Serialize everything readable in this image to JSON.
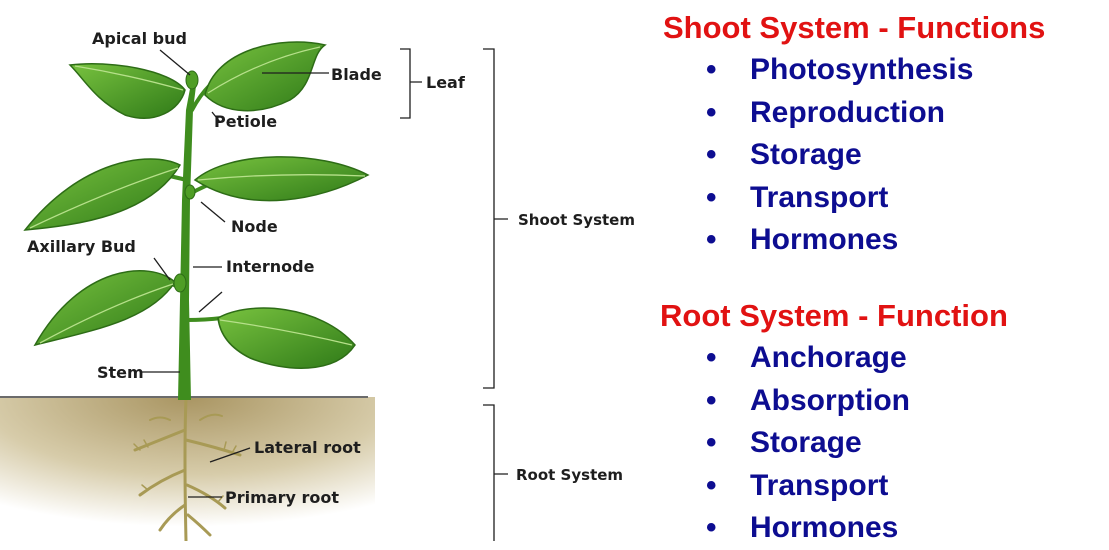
{
  "diagram": {
    "labels": {
      "apical_bud": "Apical bud",
      "blade": "Blade",
      "leaf": "Leaf",
      "petiole": "Petiole",
      "node": "Node",
      "axillary_bud": "Axillary Bud",
      "internode": "Internode",
      "stem": "Stem",
      "lateral_root": "Lateral root",
      "primary_root": "Primary root",
      "shoot_system": "Shoot System",
      "root_system": "Root System"
    }
  },
  "shoot_functions": {
    "heading": "Shoot System - Functions",
    "bullet": "•",
    "items": [
      "Photosynthesis",
      "Reproduction",
      "Storage",
      "Transport",
      "Hormones"
    ]
  },
  "root_functions": {
    "heading": "Root System - Function",
    "bullet": "•",
    "items": [
      "Anchorage",
      "Absorption",
      "Storage",
      "Transport",
      "Hormones"
    ]
  },
  "colors": {
    "heading": "#e11212",
    "list_text": "#0d0d91",
    "leaf": "#4d9a26",
    "soil": "#b2a06b"
  }
}
